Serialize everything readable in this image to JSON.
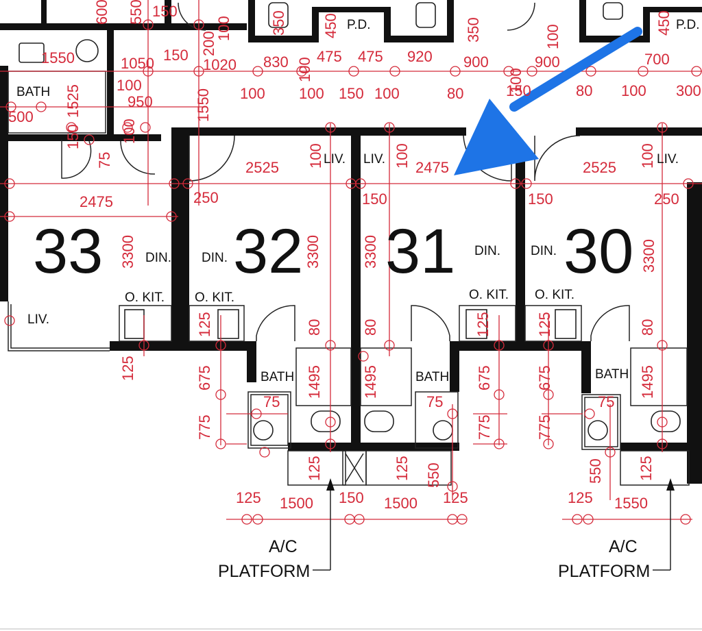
{
  "units": [
    "33",
    "32",
    "31",
    "30"
  ],
  "rooms": {
    "liv": "LIV.",
    "din": "DIN.",
    "okit": "O. KIT.",
    "bath": "BATH",
    "pd": "P.D."
  },
  "ac_platform": [
    "A/C",
    "PLATFORM"
  ],
  "dims": {
    "top_row1": [
      "1550",
      "150",
      "1050",
      "150",
      "1020",
      "830",
      "475",
      "475",
      "920",
      "900",
      "900",
      "700",
      "200",
      "100",
      "350",
      "450",
      "350",
      "450",
      "550",
      "600"
    ],
    "top_row2": [
      "100",
      "950",
      "1550",
      "100",
      "100",
      "150",
      "100",
      "80",
      "150",
      "80",
      "100",
      "300",
      "1525",
      "500",
      "150",
      "75",
      "100",
      "100"
    ],
    "corridor": [
      "2525",
      "2475",
      "2525",
      "2475",
      "100",
      "100",
      "100"
    ],
    "side": [
      "250",
      "150",
      "150",
      "250"
    ],
    "depth": [
      "3300",
      "3300",
      "3300",
      "3300"
    ],
    "lower": [
      "125",
      "125",
      "125",
      "80",
      "80",
      "80",
      "675",
      "675",
      "675",
      "775",
      "775",
      "775",
      "1495",
      "1495",
      "1495",
      "75",
      "75",
      "75"
    ],
    "bottom": [
      "125",
      "1500",
      "150",
      "1500",
      "125",
      "125",
      "1550",
      "125",
      "125",
      "550",
      "550"
    ]
  },
  "annotation": {
    "arrow_color": "#1e74e6"
  },
  "colors": {
    "dimension": "#d42a3a",
    "wall": "#111111"
  }
}
